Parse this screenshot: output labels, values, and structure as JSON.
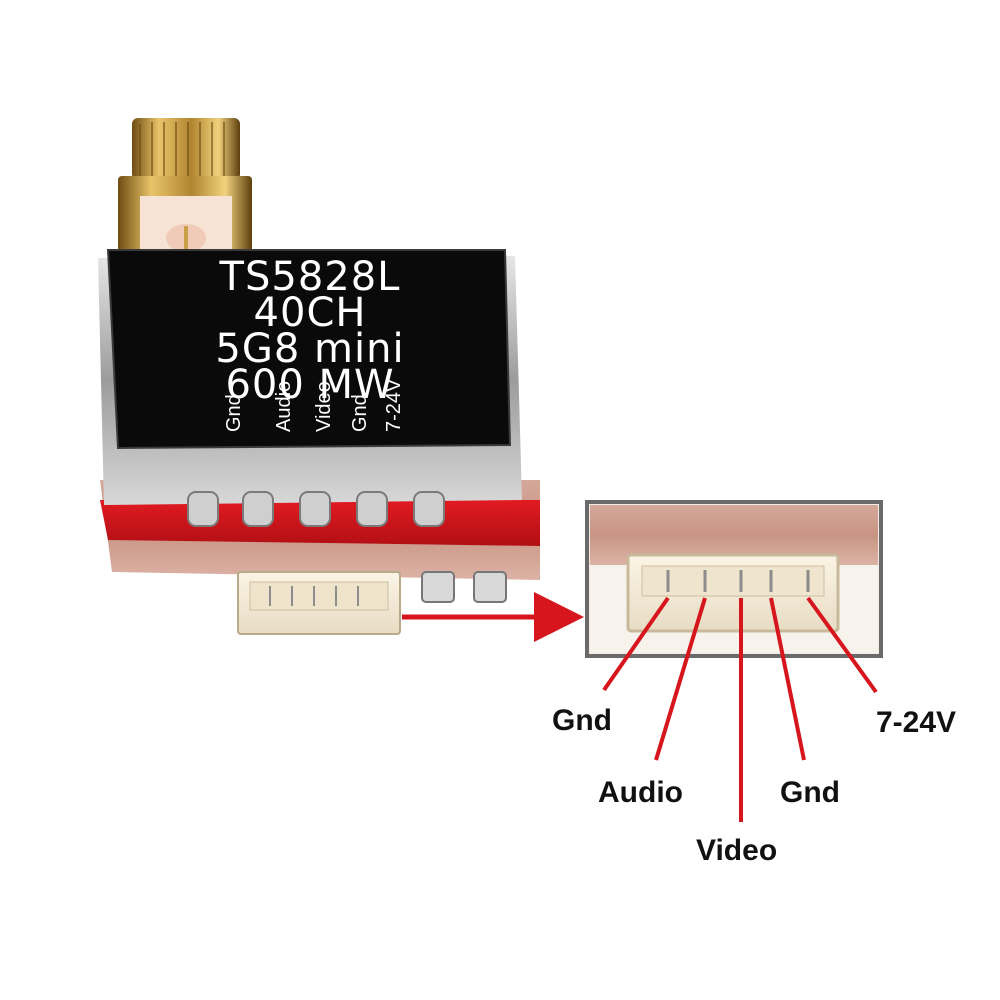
{
  "module": {
    "label_lines": [
      "TS5828L",
      "40CH",
      "5G8 mini",
      "600 MW"
    ],
    "silkscreen_pins": [
      "Gnd",
      "Audio",
      "Video",
      "Gnd",
      "7-24V"
    ]
  },
  "callout": {
    "pin_labels": [
      "Gnd",
      "Audio",
      "Video",
      "Gnd",
      "7-24V"
    ]
  },
  "colors": {
    "pcb_red": "#d8151b",
    "wire_red": "#d6161c",
    "shield_black": "#0a0a0a",
    "gold": "#c9a046"
  }
}
